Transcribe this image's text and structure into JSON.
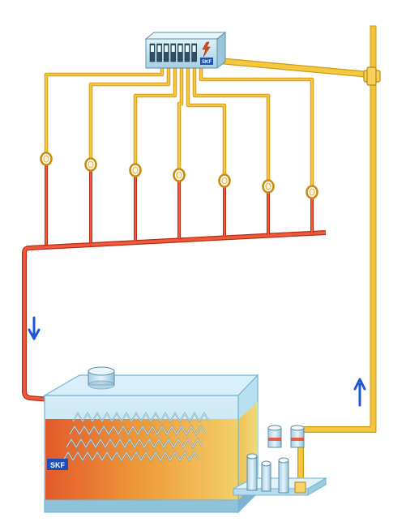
{
  "brand": {
    "logo_text": "SKF"
  },
  "colors": {
    "supply_line": "#f5c02a",
    "supply_line_edge": "#d99a12",
    "return_line": "#e8432a",
    "flow_arrow": "#1f56d6",
    "tank_glass": "#bfe3f2",
    "tank_frame": "#6fb7d6",
    "oil_hot": "#e8602c",
    "oil_warm": "#f1b33a",
    "oil_cool": "#f2d36a",
    "base_plate": "#cfe6f2",
    "logo_blue": "#1d4fb8",
    "logo_text": "#ffffff"
  },
  "icons": {
    "lightning": "lightning-icon",
    "arrow_down": "arrow-down-icon",
    "arrow_up": "arrow-up-icon"
  },
  "distributor": {
    "outlet_count": 7
  },
  "lube_points": {
    "count": 7
  }
}
